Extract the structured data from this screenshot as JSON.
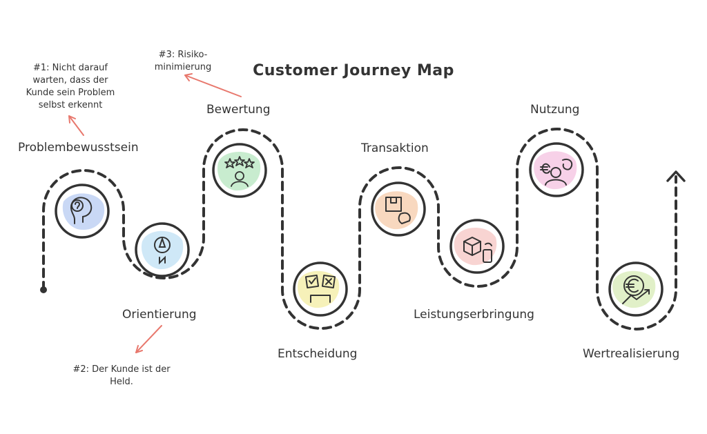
{
  "title": "Customer Journey Map",
  "stages": [
    {
      "label": "Problembewusstsein",
      "icon": "question-head-icon",
      "color": "#c9d8f5"
    },
    {
      "label": "Orientierung",
      "icon": "compass-icon",
      "color": "#cfe8f7"
    },
    {
      "label": "Bewertung",
      "icon": "rating-stars-icon",
      "color": "#c8eccf"
    },
    {
      "label": "Entscheidung",
      "icon": "checklist-decision-icon",
      "color": "#f6f1b9"
    },
    {
      "label": "Transaktion",
      "icon": "package-transaction-icon",
      "color": "#f8d8bf"
    },
    {
      "label": "Leistungserbringung",
      "icon": "delivery-box-icon",
      "color": "#f8d4d2"
    },
    {
      "label": "Nutzung",
      "icon": "user-euro-icon",
      "color": "#f7d1e8"
    },
    {
      "label": "Wertrealisierung",
      "icon": "euro-growth-icon",
      "color": "#e1f0c8"
    }
  ],
  "notes": [
    {
      "lines": [
        "#1: Nicht darauf",
        "warten, dass der",
        "Kunde sein Problem",
        "selbst erkennt"
      ]
    },
    {
      "lines": [
        "#2: Der Kunde ist der",
        "Held."
      ]
    },
    {
      "lines": [
        "#3: Risiko-",
        "minimierung"
      ]
    }
  ],
  "colors": {
    "path": "#333333",
    "arrow": "#e8786d",
    "text": "#333333"
  }
}
